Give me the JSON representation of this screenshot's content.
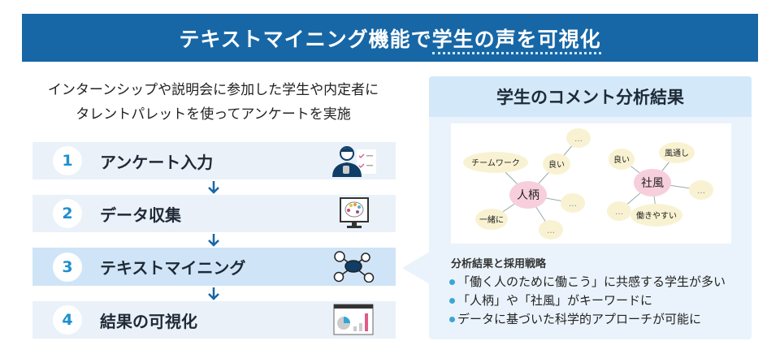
{
  "title": {
    "main": "テキストマイニング機能で",
    "underlined": "学生の声を可視化"
  },
  "intro": [
    "インターンシップや説明会に参加した学生や内定者に",
    "タレントパレットを使ってアンケートを実施"
  ],
  "steps": [
    {
      "num": "1",
      "label": "アンケート入力",
      "icon": "survey-person-icon"
    },
    {
      "num": "2",
      "label": "データ収集",
      "icon": "monitor-palette-icon"
    },
    {
      "num": "3",
      "label": "テキストマイニング",
      "icon": "node-network-icon"
    },
    {
      "num": "4",
      "label": "結果の可視化",
      "icon": "chart-dashboard-icon"
    }
  ],
  "panel": {
    "title": "学生のコメント分析結果",
    "diagram": {
      "cluster1": {
        "center": "人柄",
        "nodes": [
          "チームワーク",
          "良い",
          "…",
          "…",
          "一緒に",
          "…"
        ]
      },
      "cluster2": {
        "center": "社風",
        "nodes": [
          "良い",
          "風通し",
          "…",
          "…",
          "働きやすい"
        ]
      }
    },
    "subtitle": "分析結果と採用戦略",
    "bullets": [
      "「働く人のために働こう」に共感する学生が多い",
      "「人柄」や「社風」がキーワードに",
      "データに基づいた科学的アプローチが可能に"
    ]
  },
  "colors": {
    "title_bg": "#1767a6",
    "accent": "#1f8fcf",
    "center_node": "#f7cfdc",
    "leaf_node": "#f8f2d2"
  }
}
